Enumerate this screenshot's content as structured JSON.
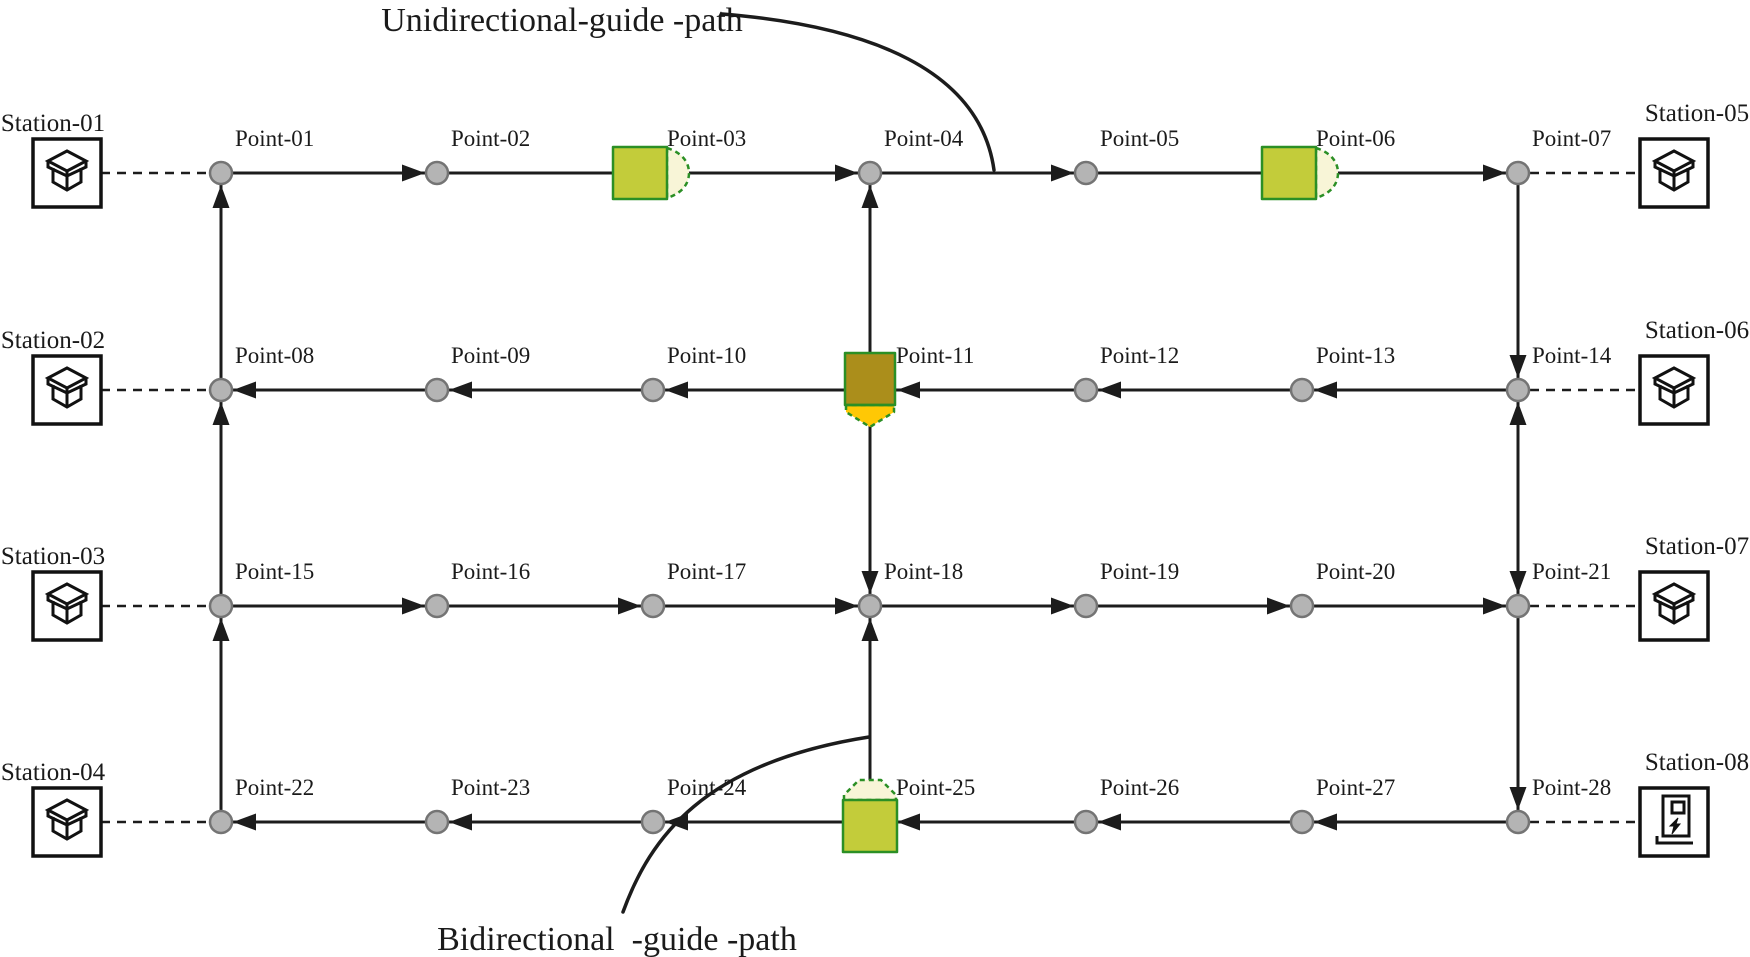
{
  "figure": {
    "annotations": {
      "unidirectional_label": "Unidirectional-guide -path",
      "bidirectional_label": "Bidirectional  -guide -path"
    },
    "stations": [
      {
        "label": "Station-01",
        "side": "left",
        "row": 1,
        "icon": "package"
      },
      {
        "label": "Station-02",
        "side": "left",
        "row": 2,
        "icon": "package"
      },
      {
        "label": "Station-03",
        "side": "left",
        "row": 3,
        "icon": "package"
      },
      {
        "label": "Station-04",
        "side": "left",
        "row": 4,
        "icon": "package"
      },
      {
        "label": "Station-05",
        "side": "right",
        "row": 1,
        "icon": "package"
      },
      {
        "label": "Station-06",
        "side": "right",
        "row": 2,
        "icon": "package"
      },
      {
        "label": "Station-07",
        "side": "right",
        "row": 3,
        "icon": "package"
      },
      {
        "label": "Station-08",
        "side": "right",
        "row": 4,
        "icon": "charging"
      }
    ],
    "points": [
      {
        "label": "Point-01",
        "row": 1,
        "col": 1
      },
      {
        "label": "Point-02",
        "row": 1,
        "col": 2
      },
      {
        "label": "Point-03",
        "row": 1,
        "col": 3
      },
      {
        "label": "Point-04",
        "row": 1,
        "col": 4
      },
      {
        "label": "Point-05",
        "row": 1,
        "col": 5
      },
      {
        "label": "Point-06",
        "row": 1,
        "col": 6
      },
      {
        "label": "Point-07",
        "row": 1,
        "col": 7
      },
      {
        "label": "Point-08",
        "row": 2,
        "col": 1
      },
      {
        "label": "Point-09",
        "row": 2,
        "col": 2
      },
      {
        "label": "Point-10",
        "row": 2,
        "col": 3
      },
      {
        "label": "Point-11",
        "row": 2,
        "col": 4
      },
      {
        "label": "Point-12",
        "row": 2,
        "col": 5
      },
      {
        "label": "Point-13",
        "row": 2,
        "col": 6
      },
      {
        "label": "Point-14",
        "row": 2,
        "col": 7
      },
      {
        "label": "Point-15",
        "row": 3,
        "col": 1
      },
      {
        "label": "Point-16",
        "row": 3,
        "col": 2
      },
      {
        "label": "Point-17",
        "row": 3,
        "col": 3
      },
      {
        "label": "Point-18",
        "row": 3,
        "col": 4
      },
      {
        "label": "Point-19",
        "row": 3,
        "col": 5
      },
      {
        "label": "Point-20",
        "row": 3,
        "col": 6
      },
      {
        "label": "Point-21",
        "row": 3,
        "col": 7
      },
      {
        "label": "Point-22",
        "row": 4,
        "col": 1
      },
      {
        "label": "Point-23",
        "row": 4,
        "col": 2
      },
      {
        "label": "Point-24",
        "row": 4,
        "col": 3
      },
      {
        "label": "Point-25",
        "row": 4,
        "col": 4
      },
      {
        "label": "Point-26",
        "row": 4,
        "col": 5
      },
      {
        "label": "Point-27",
        "row": 4,
        "col": 6
      },
      {
        "label": "Point-28",
        "row": 4,
        "col": 7
      }
    ],
    "agvs": [
      {
        "at": "Point-03",
        "row": 1,
        "col": 3,
        "facing": "right",
        "state": "empty"
      },
      {
        "at": "Point-06",
        "row": 1,
        "col": 6,
        "facing": "right",
        "state": "empty"
      },
      {
        "at": "Point-11",
        "row": 2,
        "col": 4,
        "facing": "down",
        "state": "loaded"
      },
      {
        "at": "Point-25",
        "row": 4,
        "col": 4,
        "facing": "up",
        "state": "empty"
      }
    ],
    "paths": {
      "horizontal_rows": [
        {
          "row": 1,
          "direction": "right",
          "arrows_at": [
            "Point-02",
            "Point-04",
            "Point-05",
            "Point-07"
          ]
        },
        {
          "row": 2,
          "direction": "left",
          "arrows_at": [
            "Point-13",
            "Point-12",
            "Point-11",
            "Point-10",
            "Point-09",
            "Point-08"
          ]
        },
        {
          "row": 3,
          "direction": "right",
          "arrows_at": [
            "Point-16",
            "Point-17",
            "Point-18",
            "Point-19",
            "Point-20",
            "Point-21"
          ]
        },
        {
          "row": 4,
          "direction": "left",
          "arrows_at": [
            "Point-27",
            "Point-26",
            "Point-25",
            "Point-24",
            "Point-23",
            "Point-22"
          ]
        }
      ],
      "vertical_segments": [
        {
          "col": 1,
          "from_row": 2,
          "to_row": 1,
          "arrow": "up"
        },
        {
          "col": 1,
          "from_row": 3,
          "to_row": 2,
          "arrow": "up"
        },
        {
          "col": 1,
          "from_row": 4,
          "to_row": 3,
          "arrow": "up"
        },
        {
          "col": 4,
          "from_row": 2,
          "to_row": 1,
          "arrow": "up"
        },
        {
          "col": 4,
          "from_row": 2,
          "to_row": 3,
          "arrow": "down"
        },
        {
          "col": 4,
          "from_row": 4,
          "to_row": 3,
          "arrow": "up",
          "type": "bidirectional"
        },
        {
          "col": 7,
          "from_row": 1,
          "to_row": 2,
          "arrow": "down"
        },
        {
          "col": 7,
          "from_row": 2,
          "to_row": 3,
          "arrow": "both"
        },
        {
          "col": 7,
          "from_row": 3,
          "to_row": 4,
          "arrow": "down"
        }
      ]
    },
    "colors": {
      "path_line": "#1c1c1c",
      "node_fill": "#b4b4b4",
      "node_stroke": "#747474",
      "agv_outline": "#2b8f25",
      "agv_body": "#c3cc3a",
      "agv_nose": "#f8f5d7",
      "agv_loaded_body": "#ab8e1b",
      "agv_loaded_nose": "#ffc805"
    }
  }
}
